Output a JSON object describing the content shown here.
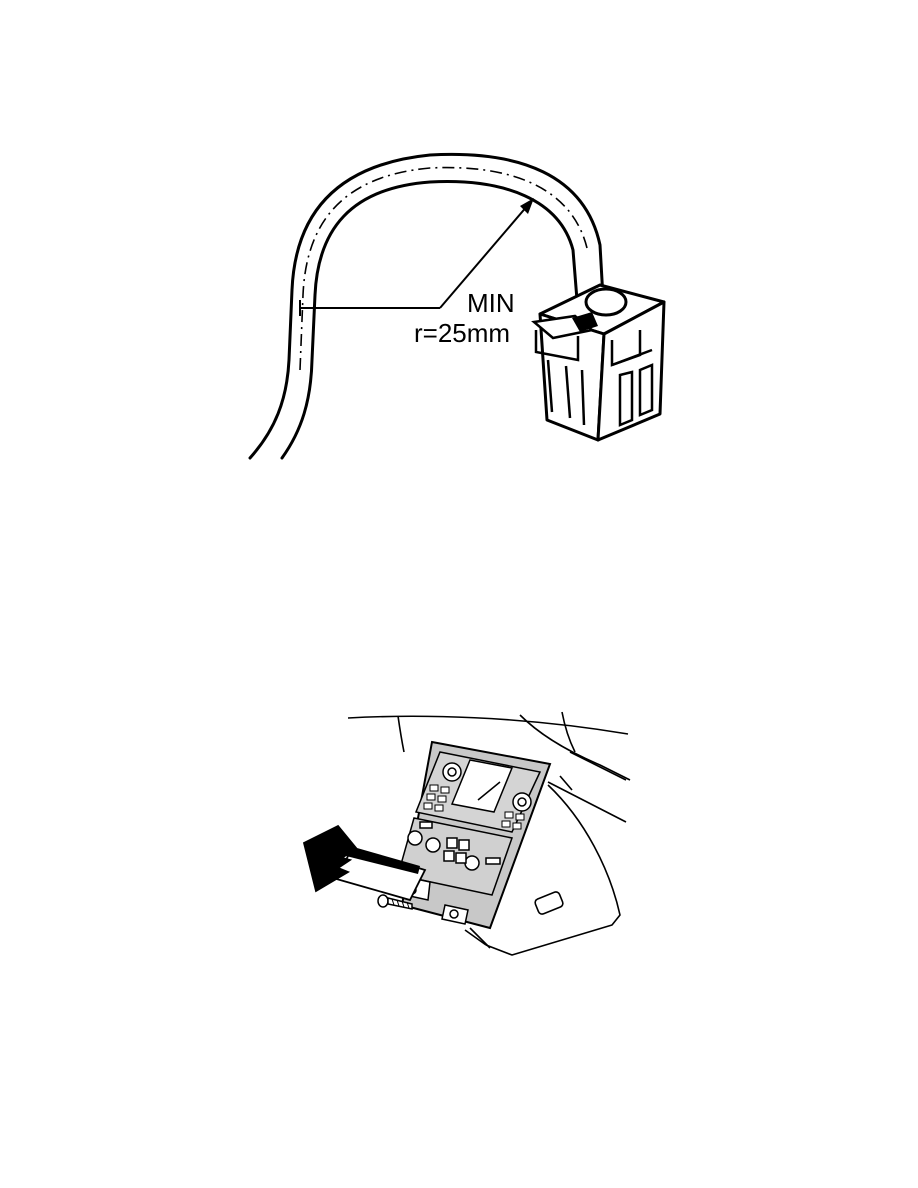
{
  "figures": [
    {
      "id": "cable-bend-radius",
      "labels": {
        "line1": "MIN",
        "line2": "r=25mm"
      }
    },
    {
      "id": "center-console-removal"
    }
  ],
  "colors": {
    "ink": "#000000",
    "panel_shade": "#c8c8c8",
    "paper": "#ffffff"
  }
}
